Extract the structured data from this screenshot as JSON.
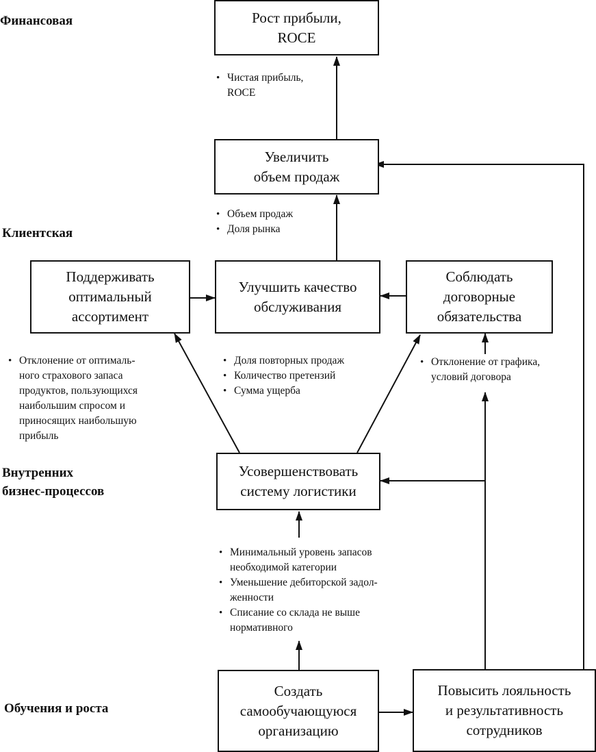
{
  "perspectives": {
    "financial": [
      "Финансовая"
    ],
    "customer": [
      "Клиентская"
    ],
    "internal": [
      "Внутренних",
      "бизнес-процессов"
    ],
    "learning": [
      "Обучения и роста"
    ]
  },
  "boxes": {
    "profit_growth": [
      "Рост прибыли,",
      "ROCE"
    ],
    "increase_sales": [
      "Увеличить",
      "объем продаж"
    ],
    "assortment": [
      "Поддерживать",
      "оптимальный",
      "ассортимент"
    ],
    "service_quality": [
      "Улучшить качество",
      "обслуживания"
    ],
    "obligations": [
      "Соблюдать",
      "договорные",
      "обязательства"
    ],
    "logistics": [
      "Усовершенствовать",
      "систему логистики"
    ],
    "self_learning": [
      "Создать",
      "самообучающуюся",
      "организацию"
    ],
    "loyalty": [
      "Повысить лояльность",
      "и результативность",
      "сотрудников"
    ]
  },
  "metrics": {
    "profit": [
      [
        "Чистая прибыль,",
        "ROCE"
      ]
    ],
    "sales": [
      [
        "Объем продаж"
      ],
      [
        "Доля рынка"
      ]
    ],
    "assortment": [
      [
        "Отклонение от оптималь-",
        "ного страхового запаса",
        "продуктов, пользующихся",
        "наибольшим спросом и",
        "приносящих наибольшую",
        "прибыль"
      ]
    ],
    "service": [
      [
        "Доля повторных продаж"
      ],
      [
        "Количество претензий"
      ],
      [
        "Сумма ущерба"
      ]
    ],
    "obligations": [
      [
        "Отклонение от графика,",
        "условий договора"
      ]
    ],
    "logistics": [
      [
        "Минимальный уровень запасов",
        "необходимой категории"
      ],
      [
        "Уменьшение дебиторской задол-",
        "женности"
      ],
      [
        "Списание со склада не выше",
        "нормативного"
      ]
    ]
  },
  "colors": {
    "line": "#111111",
    "background": "#ffffff"
  }
}
